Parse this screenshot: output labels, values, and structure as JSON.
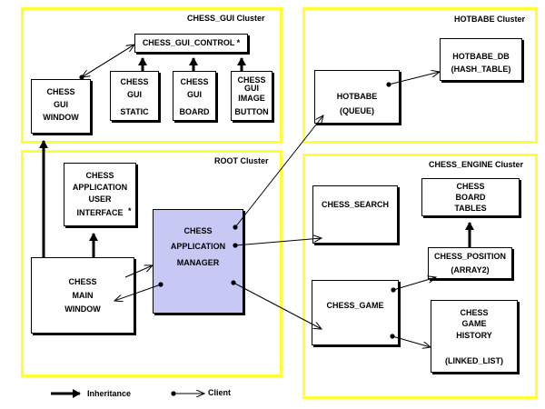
{
  "clusters": {
    "gui": "CHESS_GUI Cluster",
    "hotbabe": "HOTBABE Cluster",
    "root": "ROOT Cluster",
    "engine": "CHESS_ENGINE Cluster"
  },
  "classes": {
    "gui_control": "CHESS_GUI_CONTROL *",
    "gui_window": [
      "CHESS",
      "GUI",
      "WINDOW"
    ],
    "gui_static": [
      "CHESS",
      "GUI",
      "STATIC"
    ],
    "gui_board": [
      "CHESS",
      "GUI",
      "BOARD"
    ],
    "gui_image_button": [
      "CHESS",
      "GUI",
      "IMAGE",
      "BUTTON"
    ],
    "hotbabe": [
      "HOTBABE",
      "(QUEUE)"
    ],
    "hotbabe_db": [
      "HOTBABE_DB",
      "(HASH_TABLE)"
    ],
    "app_ui": [
      "CHESS",
      "APPLICATION",
      "USER",
      "INTERFACE",
      "*"
    ],
    "app_manager": [
      "CHESS",
      "APPLICATION",
      "MANAGER"
    ],
    "main_window": [
      "CHESS",
      "MAIN",
      "WINDOW"
    ],
    "chess_search": "CHESS_SEARCH",
    "board_tables": [
      "CHESS",
      "BOARD",
      "TABLES"
    ],
    "chess_position": [
      "CHESS_POSITION",
      "(ARRAY2)"
    ],
    "chess_game": "CHESS_GAME",
    "game_history": [
      "CHESS",
      "GAME",
      "HISTORY",
      "(LINKED_LIST)"
    ]
  },
  "legend": {
    "inheritance": "Inheritance",
    "client": "Client"
  },
  "colors": {
    "cluster_border": "#ffff33",
    "manager_fill": "#c8c8f4"
  }
}
